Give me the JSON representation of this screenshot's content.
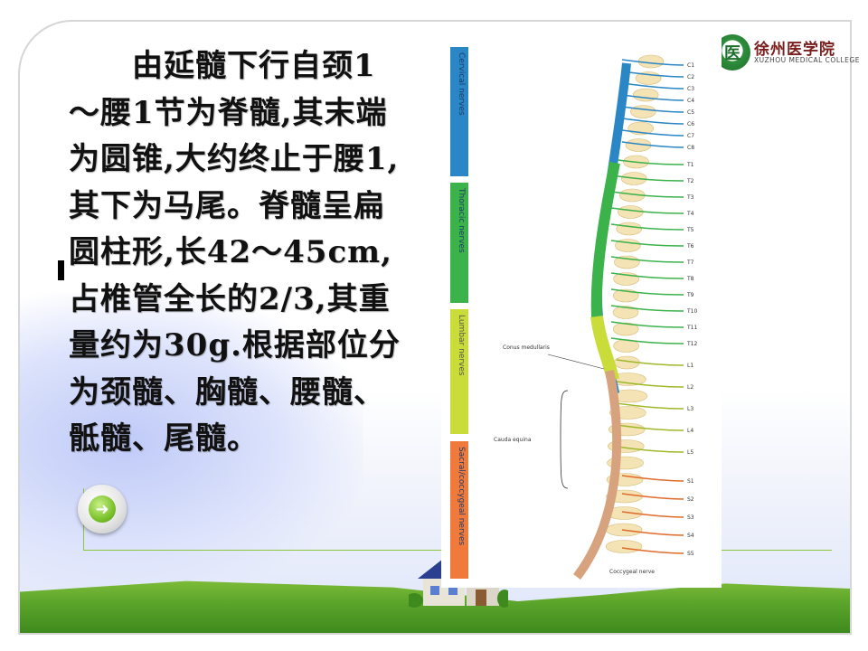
{
  "slide": {
    "body_text": "　　由延髓下行自颈1～腰1节为脊髓,其末端为圆锥,大约终止于腰1,其下为马尾。脊髓呈扁圆柱形,长42～45cm,占椎管全长的2/3,其重量约为30g.根据部位分为颈髓、胸髓、腰髓、骶髓、尾髓。"
  },
  "logo": {
    "cn": "徐州医学院",
    "en": "XUZHOU MEDICAL COLLEGE"
  },
  "figure": {
    "bands": [
      {
        "label": "Cervical nerves",
        "color": "#2a86c4"
      },
      {
        "label": "Thoracic nerves",
        "color": "#3bb24a"
      },
      {
        "label": "Lumbar nerves",
        "color": "#c9dc3a"
      },
      {
        "label": "Sacral/coccygeal nerves",
        "color": "#f07a3c"
      }
    ],
    "annotations": {
      "conus": "Conus medullaris",
      "cauda": "Cauda equina",
      "coccygeal": "Coccygeal nerve"
    },
    "nerve_labels_cervical": [
      "C1",
      "C2",
      "C3",
      "C4",
      "C5",
      "C6",
      "C7",
      "C8"
    ],
    "nerve_labels_thoracic": [
      "T1",
      "T2",
      "T3",
      "T4",
      "T5",
      "T6",
      "T7",
      "T8",
      "T9",
      "T10",
      "T11",
      "T12"
    ],
    "nerve_labels_lumbar": [
      "L1",
      "L2",
      "L3",
      "L4",
      "L5"
    ],
    "nerve_labels_sacral": [
      "S1",
      "S2",
      "S3",
      "S4",
      "S5"
    ]
  },
  "nav": {
    "icon": "arrow-right-icon",
    "glyph": "➜"
  },
  "colors": {
    "grass": "#6fb52f",
    "accent": "#2f8f3c"
  }
}
